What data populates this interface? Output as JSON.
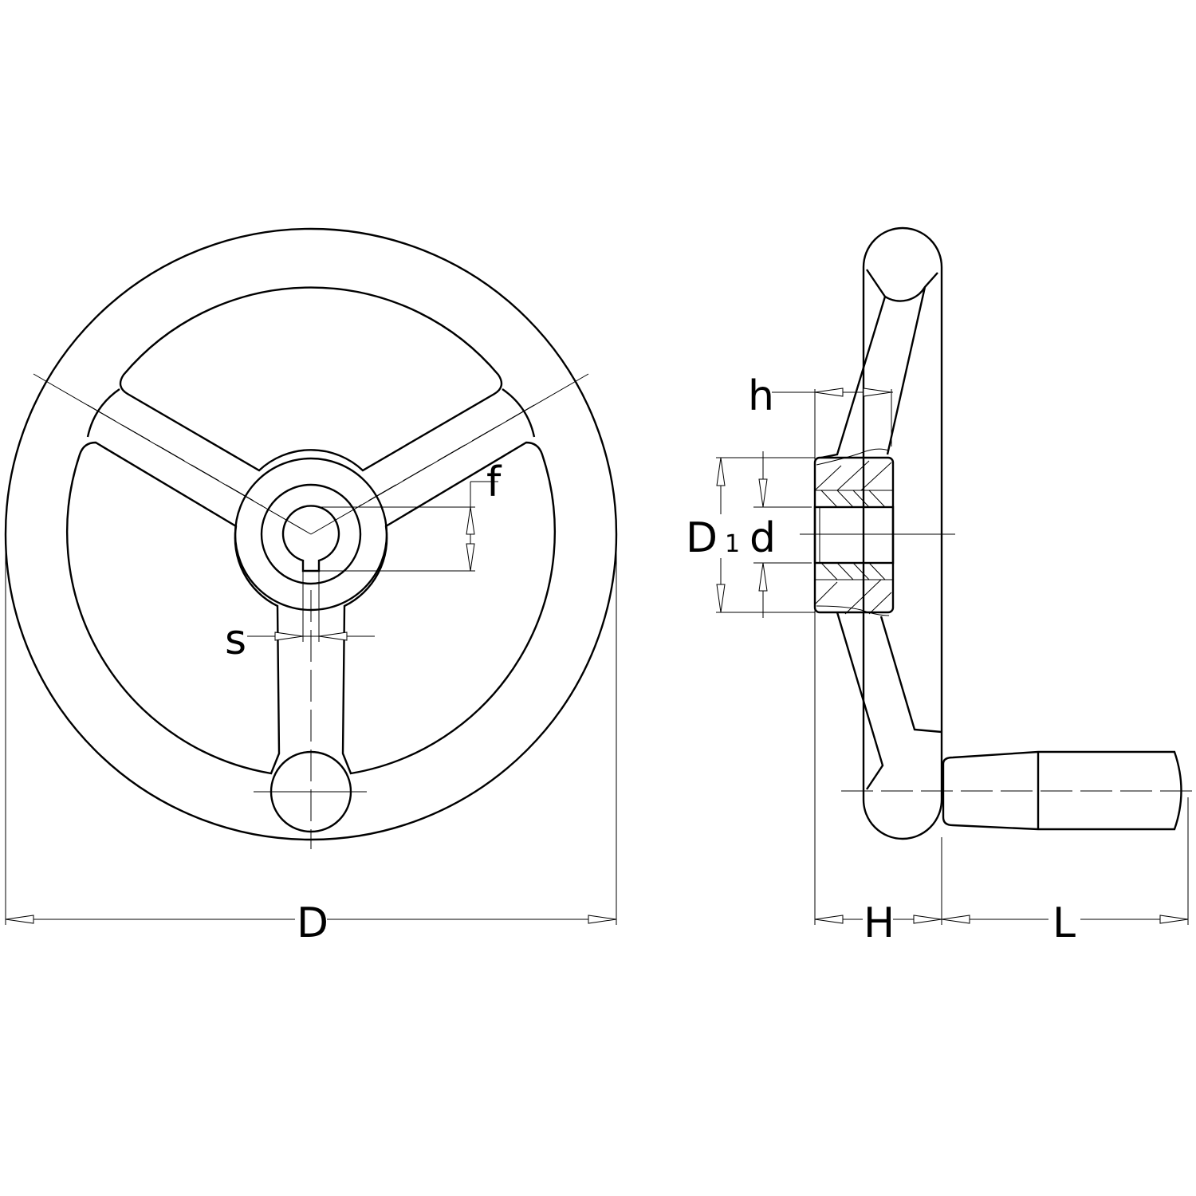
{
  "labels": {
    "D": "D",
    "H": "H",
    "L": "L",
    "D1": "D",
    "D1_sub": "1",
    "d": "d",
    "h": "h",
    "f": "f",
    "s": "s"
  },
  "colors": {
    "line": "#000000",
    "background": "#ffffff"
  }
}
